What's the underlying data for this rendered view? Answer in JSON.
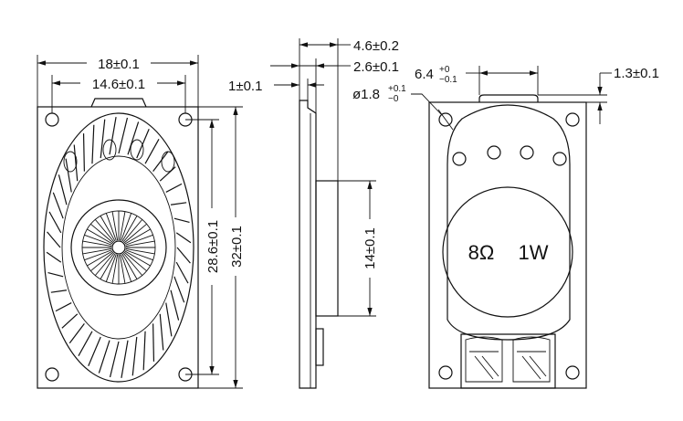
{
  "title": "Speaker dimension drawing",
  "front_view": {
    "width_outer": "18±0.1",
    "width_holes": "14.6±0.1",
    "height_holes": "28.6±0.1",
    "height_outer": "32±0.1"
  },
  "side_view": {
    "total_depth": "4.6±0.2",
    "magnet_depth": "2.6±0.1",
    "frame_thickness": "1±0.1",
    "magnet_height": "14±0.1"
  },
  "back_view": {
    "tab_width_main": "6.4",
    "tab_width_tol_plus": "+0",
    "tab_width_tol_minus": "−0.1",
    "tab_height": "1.3±0.1",
    "hole_dia_main": "ø1.8",
    "hole_dia_tol_plus": "+0.1",
    "hole_dia_tol_minus": "−0",
    "impedance": "8Ω",
    "power": "1W"
  }
}
